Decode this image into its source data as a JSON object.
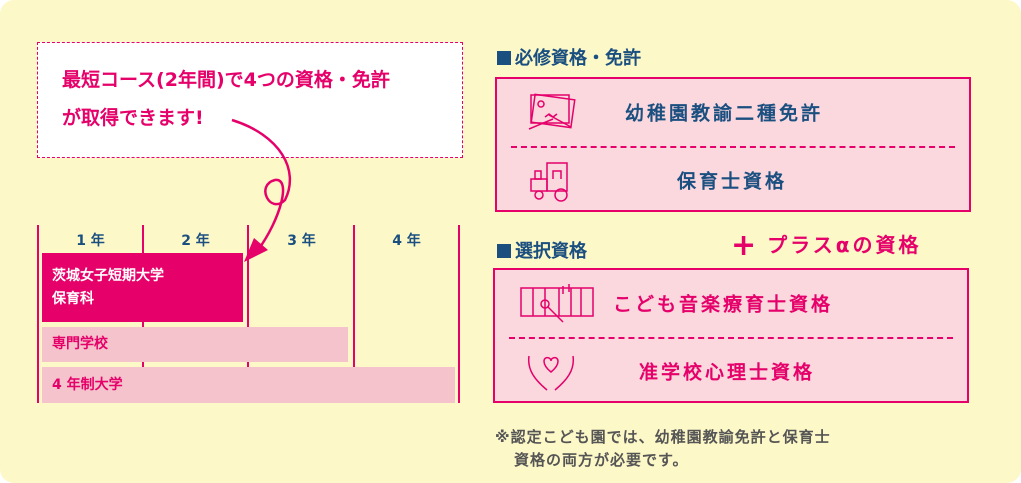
{
  "callout": {
    "line1": "最短コース(2年間)で4つの資格・免許",
    "line2": "が取得できます!"
  },
  "timeline": {
    "years": [
      "1 年",
      "2 年",
      "3 年",
      "4 年"
    ],
    "bars": [
      {
        "label_line1": "茨城女子短期大学",
        "label_line2": "保育科",
        "years": 2
      },
      {
        "label": "専門学校",
        "years": 3
      },
      {
        "label": "4 年制大学",
        "years": 4
      }
    ]
  },
  "required": {
    "heading": "必修資格・免許",
    "items": [
      {
        "label": "幼稚園教諭二種免許",
        "icon": "drawing-icon"
      },
      {
        "label": "保育士資格",
        "icon": "toy-train-icon"
      }
    ]
  },
  "optional": {
    "heading": "選択資格",
    "plus_label": "プラスαの資格",
    "items": [
      {
        "label": "こども音楽療育士資格",
        "icon": "xylophone-icon"
      },
      {
        "label": "准学校心理士資格",
        "icon": "hands-heart-icon"
      }
    ]
  },
  "note": {
    "line1": "※認定こども園では、幼稚園教諭免許と保育士",
    "line2": "資格の両方が必要です。"
  },
  "colors": {
    "accent": "#e5006a",
    "navy": "#1a4f80",
    "background": "#fdf8c8",
    "pink_fill": "#fbd7de",
    "bar_light": "#f5c3cc"
  }
}
